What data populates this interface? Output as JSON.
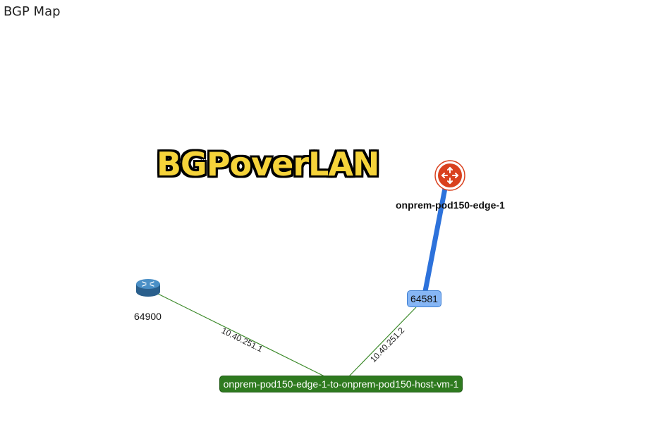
{
  "page": {
    "title": "BGP Map"
  },
  "overlay": {
    "text": "BGPoverLAN"
  },
  "nodes": {
    "edge": {
      "name": "onprem-pod150-edge-1",
      "icon": "edge-router-icon",
      "color": "#d9411e"
    },
    "asn_local": {
      "value": "64581"
    },
    "peer": {
      "asn": "64900",
      "icon": "router-icon",
      "color": "#3d7db0"
    },
    "link": {
      "name": "onprem-pod150-edge-1-to-onprem-pod150-host-vm-1",
      "color": "#2e7a1f"
    }
  },
  "edges": {
    "peer_ip": "10.40.251.1",
    "local_ip": "10.40.251.2",
    "uplink_color": "#2d72db",
    "link_color": "#3c8a2a"
  }
}
